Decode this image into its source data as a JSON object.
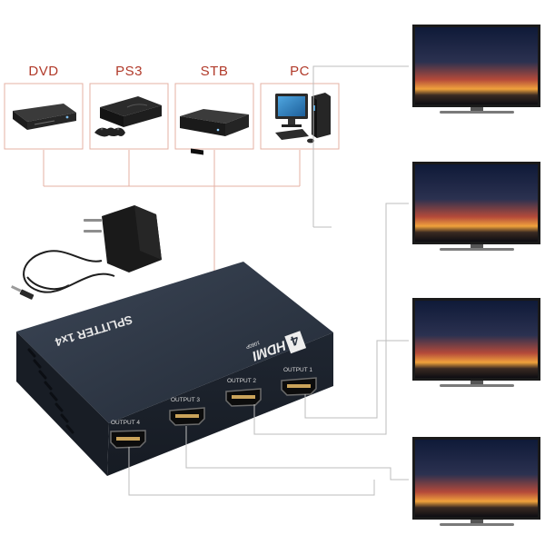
{
  "sources": [
    {
      "label": "DVD",
      "device": "dvd-player"
    },
    {
      "label": "PS3",
      "device": "game-console"
    },
    {
      "label": "STB",
      "device": "set-top-box"
    },
    {
      "label": "PC",
      "device": "desktop-computer"
    }
  ],
  "splitter": {
    "model_text": "SPLITTER 1x4",
    "logo_number": "4",
    "logo_text": "HDMI",
    "logo_subtext": "1080P",
    "outputs": [
      "OUTPUT 4",
      "OUTPUT 3",
      "OUTPUT 2",
      "OUTPUT 1"
    ]
  },
  "colors": {
    "source_label": "#b13a2a",
    "connector_line": "#e4b1a3",
    "output_line": "#bdbdbd",
    "splitter_body": "#2b3442"
  },
  "displays": [
    {
      "name": "tv-1"
    },
    {
      "name": "tv-2"
    },
    {
      "name": "tv-3"
    },
    {
      "name": "tv-4"
    }
  ]
}
